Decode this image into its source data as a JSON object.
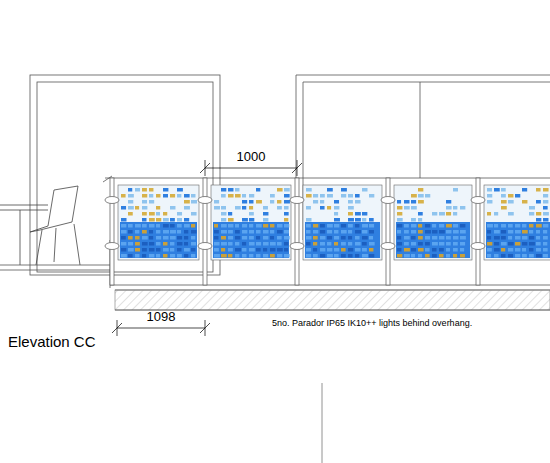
{
  "diagram": {
    "title": "Elevation CC",
    "labels": [
      "1000",
      "1098",
      "5no. Parador IP65 IK10++ lights behind overhang."
    ]
  }
}
